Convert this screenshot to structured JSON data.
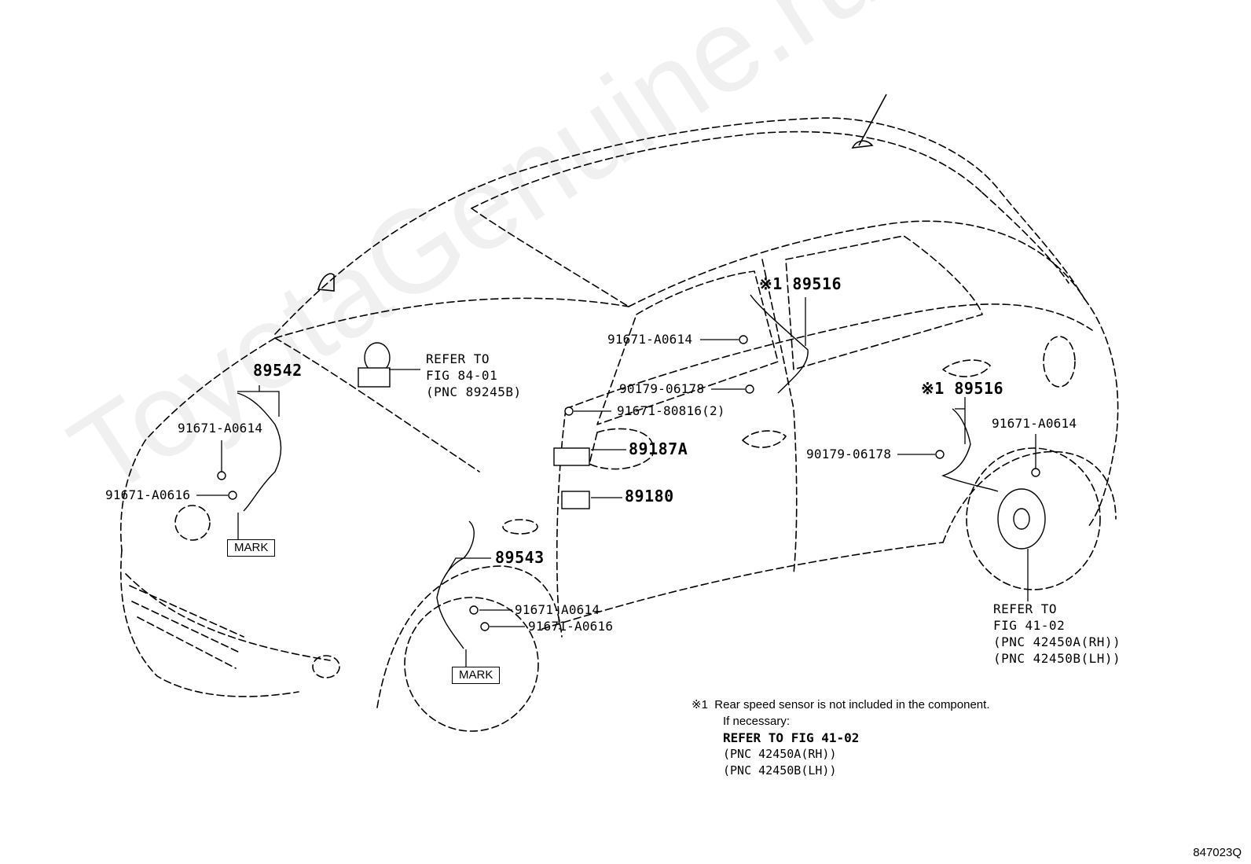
{
  "watermark": "ToyotaGenuine.ru",
  "diagram_code": "847023Q",
  "callouts": {
    "p89542": "89542",
    "p89543": "89543",
    "p89516_a": "※1 89516",
    "p89516_b": "※1 89516",
    "p89187A": "89187A",
    "p89180": "89180",
    "b_91671_A0614_left": "91671-A0614",
    "b_91671_A0616_left": "91671-A0616",
    "b_91671_A0614_front": "91671-A0614",
    "b_91671_A0616_front": "91671-A0616",
    "b_91671_A0614_mid": "91671-A0614",
    "b_91671_80816": "91671-80816(2)",
    "b_90179_06178_mid": "90179-06178",
    "b_90179_06178_rear": "90179-06178",
    "b_91671_A0614_rear": "91671-A0614"
  },
  "marks": {
    "mark_left": "MARK",
    "mark_front": "MARK"
  },
  "refer_spiral": {
    "l1": "REFER TO",
    "l2": "FIG 84-01",
    "l3": "(PNC 89245B)"
  },
  "refer_hub": {
    "l1": "REFER TO",
    "l2": "FIG 41-02",
    "l3": "(PNC 42450A(RH))",
    "l4": "(PNC 42450B(LH))"
  },
  "footnote": {
    "marker": "※1",
    "line1": "Rear speed sensor is not included in the component.",
    "line2": "If necessary:",
    "line3": "REFER TO FIG 41-02",
    "line4": "(PNC 42450A(RH))",
    "line5": "(PNC 42450B(LH))"
  }
}
